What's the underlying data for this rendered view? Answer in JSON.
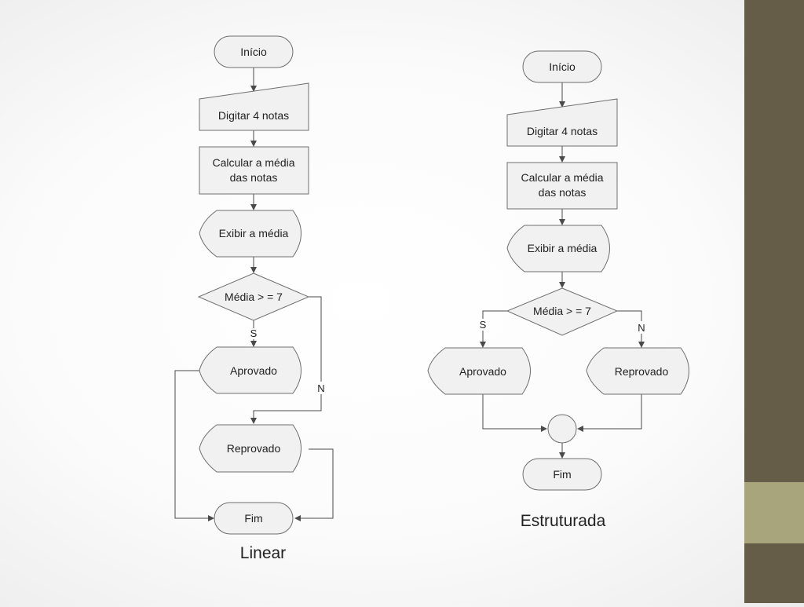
{
  "linear": {
    "start": "Início",
    "input": "Digitar 4 notas",
    "process_line1": "Calcular a média",
    "process_line2": "das notas",
    "display": "Exibir a média",
    "decision": "Média > = 7",
    "yes": "S",
    "no": "N",
    "approved": "Aprovado",
    "failed": "Reprovado",
    "end": "Fim",
    "caption": "Linear"
  },
  "structured": {
    "start": "Início",
    "input": "Digitar 4 notas",
    "process_line1": "Calcular a média",
    "process_line2": "das notas",
    "display": "Exibir a média",
    "decision": "Média > = 7",
    "yes": "S",
    "no": "N",
    "approved": "Aprovado",
    "failed": "Reprovado",
    "end": "Fim",
    "caption": "Estruturada"
  },
  "colors": {
    "sidebar": "#655d48",
    "sidebar_accent": "#a8a47c",
    "shape_fill": "#f1f1f1",
    "shape_stroke": "#6e6e6e"
  }
}
